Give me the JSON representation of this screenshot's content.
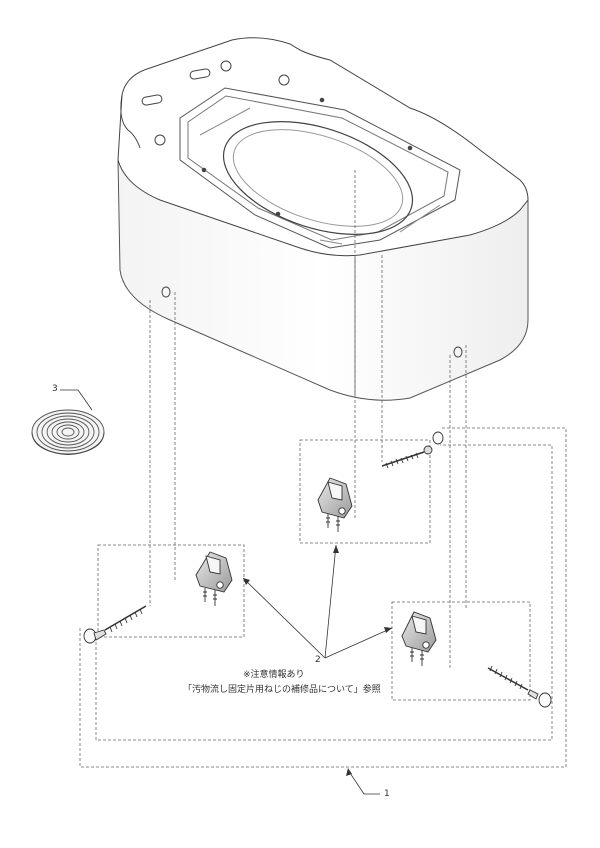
{
  "callouts": {
    "part_1": "1",
    "part_2": "2",
    "part_3": "3"
  },
  "notes": {
    "line_1": "※注意情報あり",
    "line_2": "「汚物流し固定片用ねじの補修品について」参照"
  }
}
